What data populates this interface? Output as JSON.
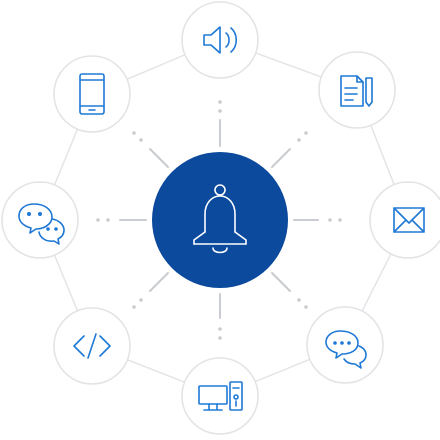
{
  "colors": {
    "accent": "#1e78d6",
    "hub_fill": "#0b4a9c",
    "ring": "#e1e3e6",
    "connector": "#c9ccd0"
  },
  "hub": {
    "icon": "bell-icon"
  },
  "nodes": [
    {
      "id": "top",
      "icon": "speaker-icon"
    },
    {
      "id": "top-right",
      "icon": "document-pen-icon"
    },
    {
      "id": "right",
      "icon": "envelope-icon"
    },
    {
      "id": "bottom-right",
      "icon": "chat-bubbles-icon"
    },
    {
      "id": "bottom",
      "icon": "desktop-computer-icon"
    },
    {
      "id": "bottom-left",
      "icon": "code-icon"
    },
    {
      "id": "left",
      "icon": "wechat-icon"
    },
    {
      "id": "top-left",
      "icon": "mobile-phone-icon"
    }
  ]
}
